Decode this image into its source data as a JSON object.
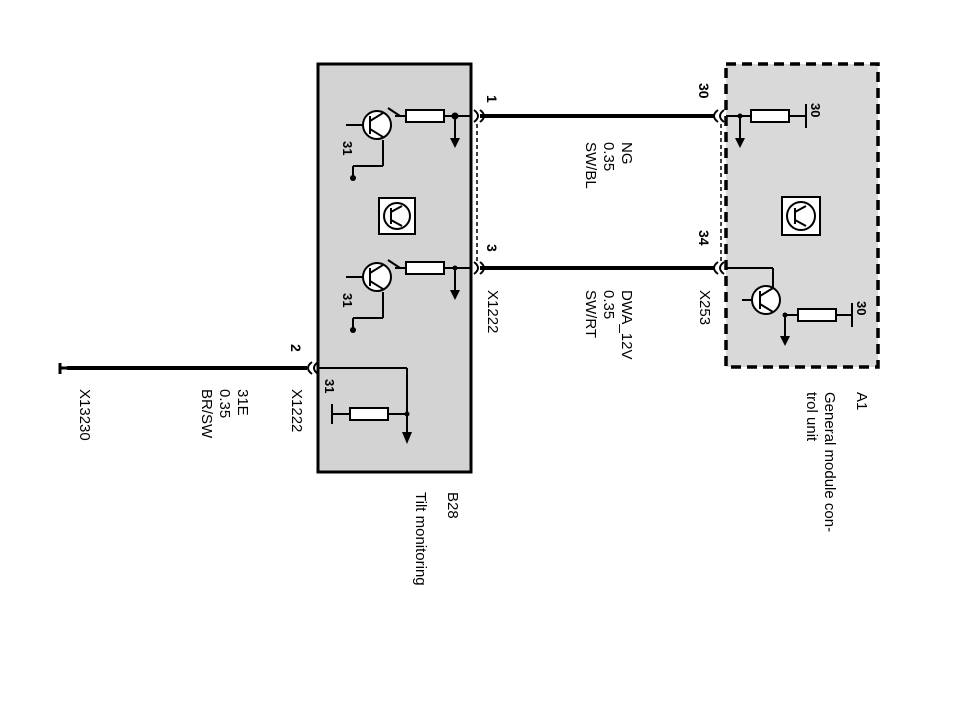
{
  "modules": {
    "b28": {
      "code": "B28",
      "name": "Tilt monitoring"
    },
    "a1": {
      "code": "A1",
      "name_lines": [
        "General module con-",
        "trol unit"
      ]
    }
  },
  "connectors": {
    "x1222_top": "X1222",
    "x1222_bottom": "X1222",
    "x253": "X253",
    "x13230": "X13230"
  },
  "pins": {
    "b28_pin1": "1",
    "b28_pin3": "3",
    "b28_pin2": "2",
    "a1_pin30": "30",
    "a1_pin34": "34"
  },
  "wires": {
    "ng": {
      "signal": "NG",
      "size": "0.35",
      "color": "SW/BL"
    },
    "dwa": {
      "signal": "DWA_12V",
      "size": "0.35",
      "color": "SW/RT"
    },
    "gnd": {
      "signal": "31E",
      "size": "0.35",
      "color": "BR/SW"
    }
  },
  "terminals": {
    "b28_t1": "31",
    "b28_t2": "31",
    "b28_t3": "31",
    "a1_t1": "30",
    "a1_t2": "30"
  },
  "colors": {
    "line": "#000000",
    "module_fill": "#d3d3d3",
    "a1_fill": "#d9d9d9",
    "paper": "#ffffff"
  }
}
